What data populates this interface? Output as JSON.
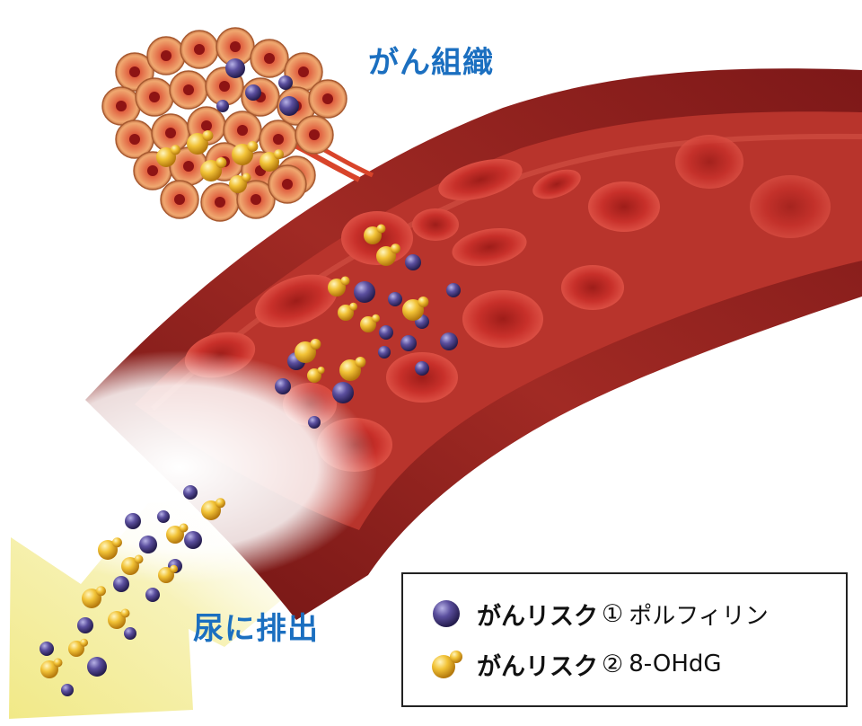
{
  "labels": {
    "tissue": "がん組織",
    "urine": "尿に排出"
  },
  "legend": {
    "items": [
      {
        "main": "がんリスク",
        "num": "①",
        "sub": "ポルフィリン",
        "marker": "purple-sphere",
        "color": "#4a3f8a"
      },
      {
        "main": "がんリスク",
        "num": "②",
        "sub": "8-OHdG",
        "marker": "yellow-molecule",
        "color": "#e8b62a"
      }
    ]
  },
  "colors": {
    "label_blue": "#1b6fc0",
    "vessel": "#8f1d1c",
    "blood_cell": "#c8302a",
    "arrow": "#f4ed9c"
  }
}
